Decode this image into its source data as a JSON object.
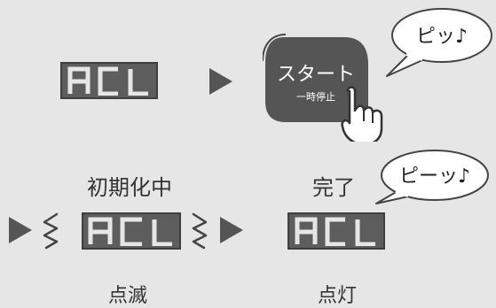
{
  "display_text": "ACL",
  "start_button": {
    "main_label": "スタート",
    "sub_label": "一時停止"
  },
  "bubble_start": "ピッ♪",
  "bubble_done": "ピーッ♪",
  "labels": {
    "initializing": "初期化中",
    "complete": "完了",
    "blinking": "点滅",
    "lit": "点灯"
  },
  "colors": {
    "lcd_bg": "#5d5d5d",
    "segment": "#e6e6e6",
    "arrow": "#555555",
    "button": "#555555"
  },
  "icons": [
    "right-arrow-icon",
    "pointing-hand-icon",
    "flash-icon",
    "music-note-icon"
  ]
}
